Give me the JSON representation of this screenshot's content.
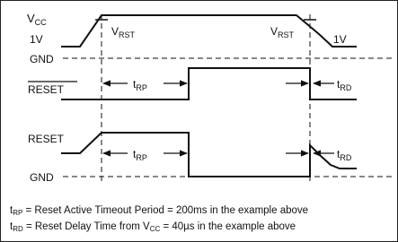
{
  "labels": {
    "vcc_main": "V",
    "vcc_sub": "CC",
    "one_volt_left": "1V",
    "one_volt_right": "1V",
    "vrst_left_main": "V",
    "vrst_left_sub": "RST",
    "vrst_right_main": "V",
    "vrst_right_sub": "RST",
    "gnd_top": "GND",
    "reset_bar": "RESET",
    "tr_p_main": "t",
    "tr_p_sub": "RP",
    "tr_d_main": "t",
    "tr_d_sub": "RD",
    "reset": "RESET",
    "tr_p2_main": "t",
    "tr_p2_sub": "RP",
    "tr_d2_main": "t",
    "tr_d2_sub": "RD",
    "gnd_bottom": "GND"
  },
  "notes": {
    "line1_t": "t",
    "line1_sub": "RP",
    "line1_text": " = Reset Active Timeout Period = 200ms in the example above",
    "line2_t": "t",
    "line2_sub": "RD",
    "line2_text_a": " = Reset Delay Time from V",
    "line2_sub2": "CC",
    "line2_text_b": " = 40µs in the example above"
  },
  "colors": {
    "ink": "#111111",
    "frame": "#222222",
    "background": "#ffffff"
  }
}
